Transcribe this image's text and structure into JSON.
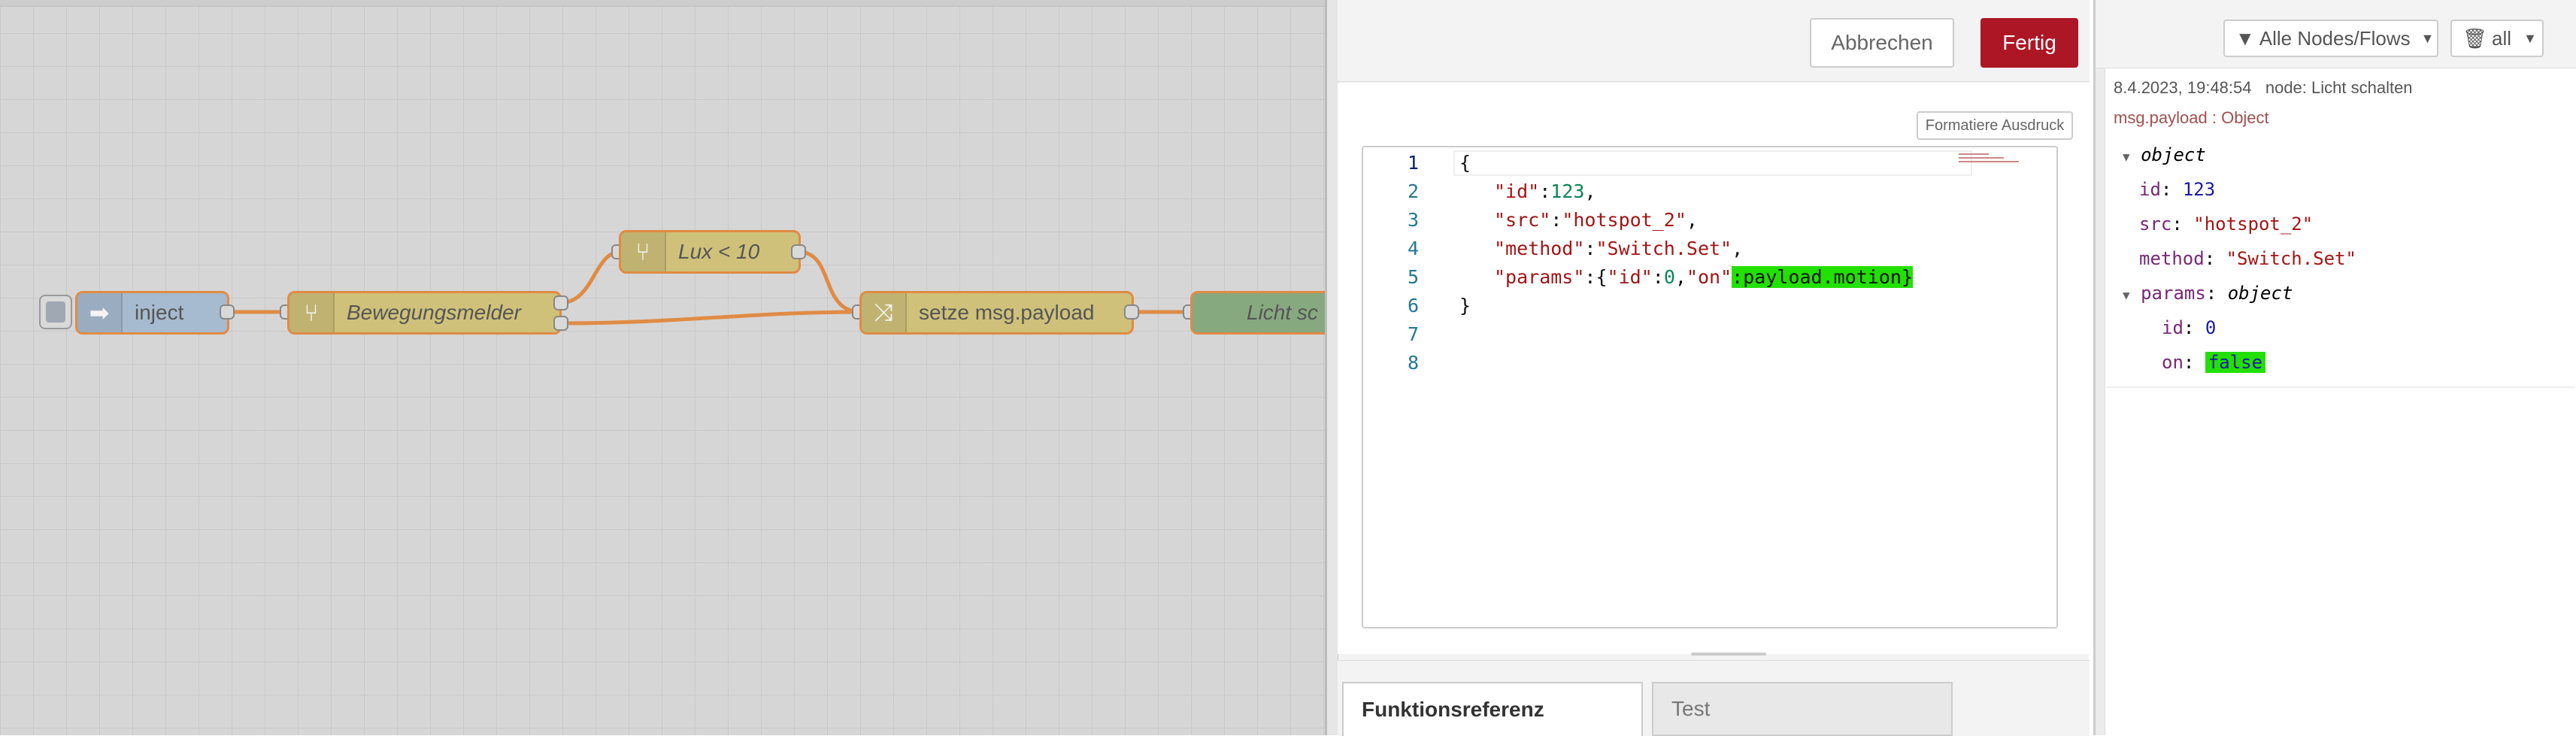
{
  "canvas": {
    "nodes": [
      {
        "id": "inject",
        "label": "inject",
        "icon": "arrow-right-icon"
      },
      {
        "id": "bewegungsmelder",
        "label": "Bewegungsmelder",
        "icon": "switch-icon"
      },
      {
        "id": "lux",
        "label": "Lux < 10",
        "icon": "switch-icon"
      },
      {
        "id": "setze",
        "label": "setze msg.payload",
        "icon": "shuffle-icon"
      },
      {
        "id": "licht",
        "label": "Licht sc",
        "icon": "debug-icon"
      }
    ]
  },
  "editor": {
    "cancel_label": "Abbrechen",
    "done_label": "Fertig",
    "format_label": "Formatiere Ausdruck",
    "line_numbers": [
      "1",
      "2",
      "3",
      "4",
      "5",
      "6",
      "7",
      "8"
    ],
    "code": {
      "l1": "{",
      "l2_key": "\"id\"",
      "l2_val": "123",
      "l3_key": "\"src\"",
      "l3_val": "\"hotspot_2\"",
      "l4_key": "\"method\"",
      "l4_val": "\"Switch.Set\"",
      "l5_key": "\"params\"",
      "l5_open": "{",
      "l5_id": "\"id\"",
      "l5_idval": "0",
      "l5_on": "\"on\"",
      "l5_hl": "payload.motion}",
      "l6": "}"
    },
    "tabs": [
      {
        "label": "Funktionsreferenz",
        "active": true
      },
      {
        "label": "Test",
        "active": false
      }
    ]
  },
  "sidebar": {
    "filter_label": "Alle Nodes/Flows",
    "clear_label": "all",
    "message": {
      "timestamp": "8.4.2023, 19:48:54",
      "node": "node: Licht schalten",
      "topic": "msg.payload : Object",
      "root": "object",
      "id_key": "id",
      "id_val": "123",
      "src_key": "src",
      "src_val": "\"hotspot_2\"",
      "method_key": "method",
      "method_val": "\"Switch.Set\"",
      "params_key": "params",
      "params_type": "object",
      "pid_key": "id",
      "pid_val": "0",
      "on_key": "on",
      "on_val": "false"
    }
  },
  "colors": {
    "accent": "#ad1625",
    "highlight": "#22e000",
    "wire": "#e08b45"
  }
}
